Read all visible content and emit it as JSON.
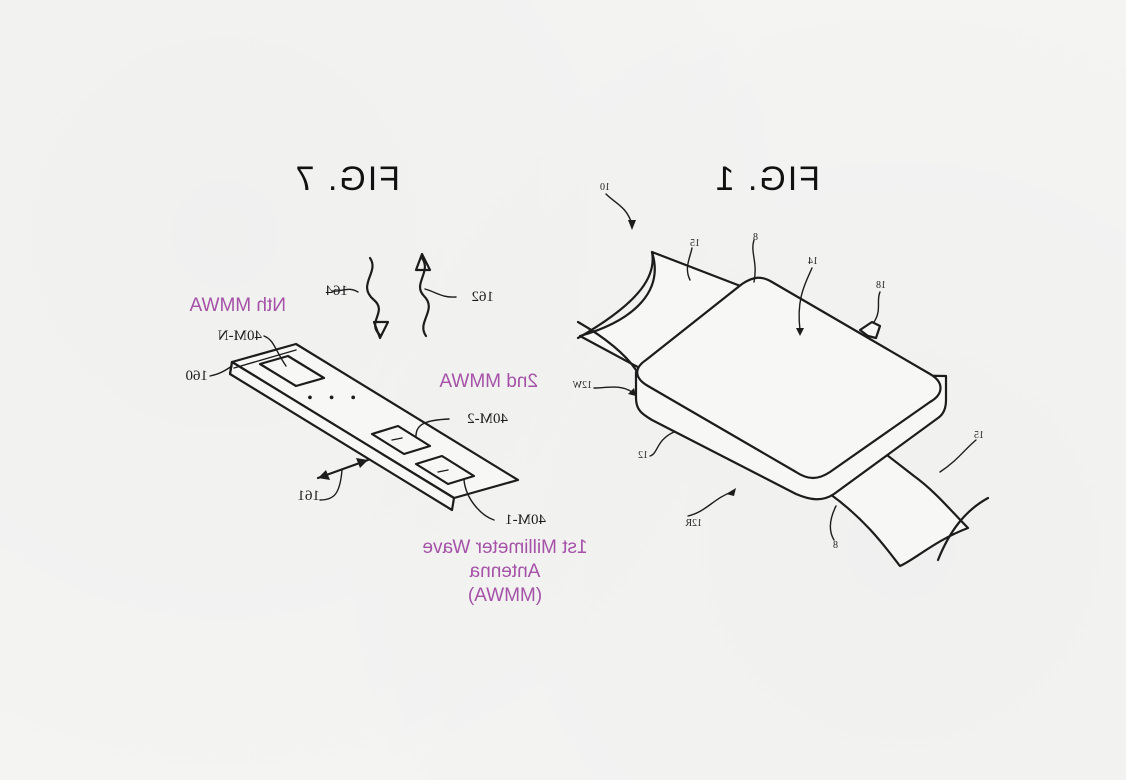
{
  "figures": {
    "fig7": {
      "title": "FIG. 7",
      "refs": {
        "signal_in": "164",
        "signal_out": "162",
        "substrate": "160",
        "movement": "161",
        "antenna_n": "40M-N",
        "antenna_2": "40M-2",
        "antenna_1": "40M-1"
      },
      "annotations": {
        "nth": "Nth MMWA",
        "second": "2nd MMWA",
        "first_line1": "1st Millimeter Wave",
        "first_line2": "Antenna",
        "first_line3": "(MMWA)"
      },
      "ellipsis": "• • •"
    },
    "fig1": {
      "title": "FIG. 1",
      "refs": {
        "device": "10",
        "band_top": "15",
        "band_bottom": "15",
        "lug_top": "8",
        "lug_bottom": "8",
        "display": "14",
        "crown": "18",
        "housing": "12",
        "housing_wall": "12W",
        "housing_rear": "12R"
      }
    }
  },
  "colors": {
    "ink": "#1c1c1c",
    "annotation": "#a552a8",
    "paper": "#f4f4f3"
  }
}
